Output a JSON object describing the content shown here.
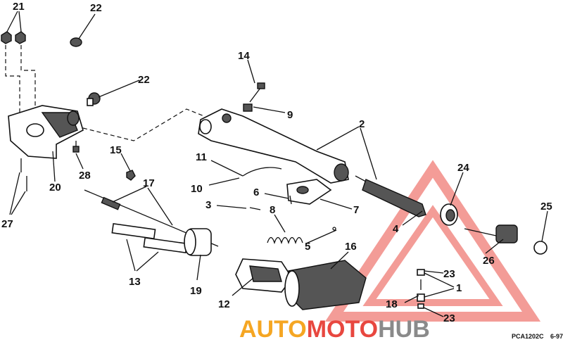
{
  "diagram": {
    "callouts": {
      "c21": "21",
      "c22a": "22",
      "c22b": "22",
      "c14": "14",
      "c9": "9",
      "c2": "2",
      "c15": "15",
      "c28": "28",
      "c11": "11",
      "c10": "10",
      "c6": "6",
      "c3": "3",
      "c8": "8",
      "c7": "7",
      "c17": "17",
      "c20": "20",
      "c27": "27",
      "c13": "13",
      "c19": "19",
      "c12": "12",
      "c5": "5",
      "c16": "16",
      "c4": "4",
      "c24": "24",
      "c25": "25",
      "c26": "26",
      "c23a": "23",
      "c1": "1",
      "c18": "18",
      "c23b": "23"
    },
    "footer": {
      "code": "PCA1202C",
      "date": "6-97"
    }
  },
  "watermark": {
    "part1": "AUTO",
    "part2": "MOTO",
    "part3": "HUB",
    "colors": {
      "orange": "#f5a623",
      "red": "#e8473f",
      "gray": "#8a8a8a",
      "triangle": "#f08080"
    }
  }
}
